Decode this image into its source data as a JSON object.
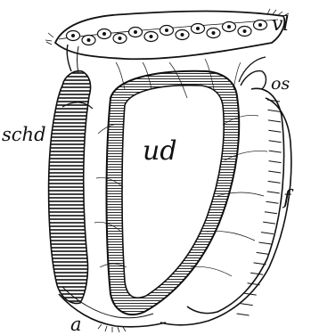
{
  "labels": {
    "vl": "vl",
    "os": "os",
    "schd": "schd",
    "ud": "ud",
    "f": "f",
    "a": "a"
  },
  "colors": {
    "ink": "#111111",
    "paper": "#ffffff"
  }
}
